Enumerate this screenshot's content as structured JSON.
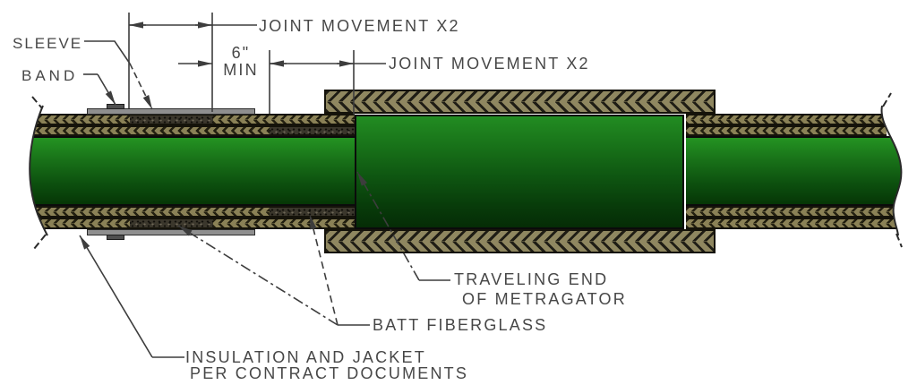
{
  "labels": {
    "sleeve": "SLEEVE",
    "band": "BAND",
    "joint_movement_top": "JOINT MOVEMENT X2",
    "min_value": "6\"",
    "min_text": "MIN",
    "joint_movement_mid": "JOINT MOVEMENT X2",
    "traveling_end_1": "TRAVELING END",
    "traveling_end_2": "OF METRAGATOR",
    "batt_fiberglass": "BATT FIBERGLASS",
    "insulation_1": "INSULATION AND JACKET",
    "insulation_2": "PER CONTRACT DOCUMENTS"
  },
  "colors": {
    "pipe_green_top": "#249322",
    "pipe_green_bottom": "#063606",
    "jacket_olive": "#8a8156",
    "hatch_dark": "#221f10",
    "batt_speckle": "#3b372c",
    "sleeve_gray": "#8f8f8f",
    "band_gray": "#4f4f4f",
    "line_gray": "#3d3d3d",
    "text_gray": "#474747"
  }
}
